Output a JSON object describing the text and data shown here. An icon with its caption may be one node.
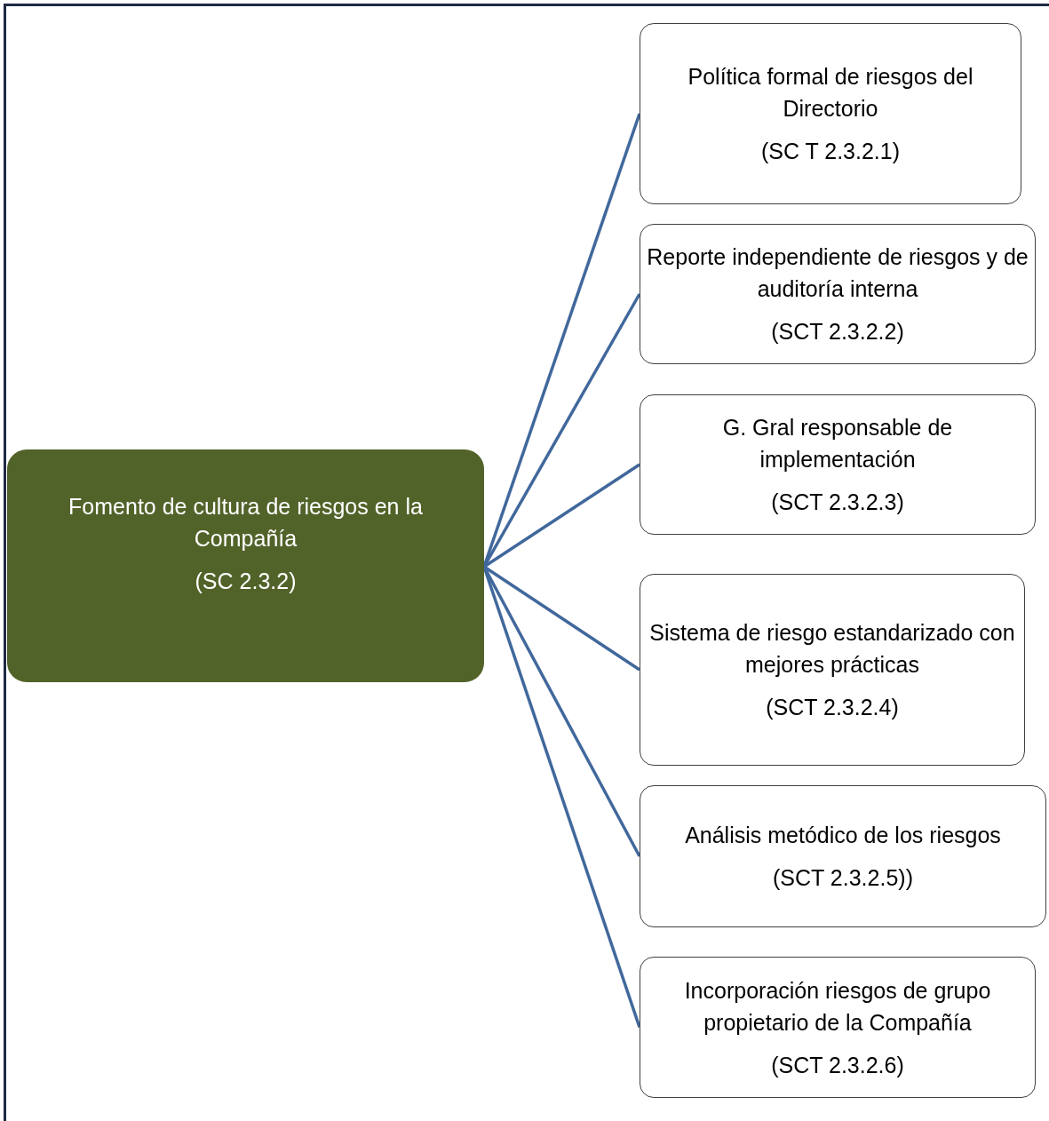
{
  "diagram": {
    "nodes": [
      {
        "text": [
          "Fomento de cultura de riesgos en la Compañía",
          "(SC 2.3.2)"
        ]
      },
      {
        "text": [
          "Política formal de riesgos del Directorio",
          "(SC T 2.3.2.1)"
        ]
      },
      {
        "text": [
          "Reporte independiente de riesgos y de auditoría interna",
          "(SCT 2.3.2.2)"
        ]
      },
      {
        "text": [
          "G. Gral responsable de implementación",
          "(SCT 2.3.2.3)"
        ]
      },
      {
        "text": [
          "Sistema de riesgo estandarizado con mejores prácticas",
          "(SCT 2.3.2.4)"
        ]
      },
      {
        "text": [
          "Análisis metódico de los riesgos",
          "(SCT 2.3.2.5))"
        ]
      },
      {
        "text": [
          "Incorporación riesgos de grupo propietario de la Compañía",
          "(SCT 2.3.2.6)"
        ]
      }
    ],
    "edges": [
      {
        "from": 0,
        "to": 1,
        "arrow": "none"
      },
      {
        "from": 0,
        "to": 2,
        "arrow": "none"
      },
      {
        "from": 0,
        "to": 3,
        "arrow": "none"
      },
      {
        "from": 0,
        "to": 4,
        "arrow": "none"
      },
      {
        "from": 0,
        "to": 5,
        "arrow": "none"
      },
      {
        "from": 0,
        "to": 6,
        "arrow": "none"
      }
    ]
  }
}
